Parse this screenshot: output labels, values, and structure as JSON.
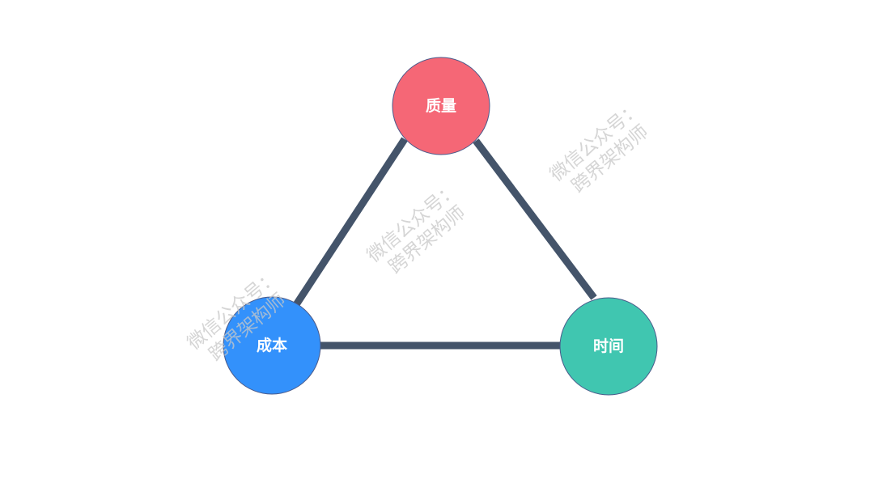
{
  "diagram": {
    "nodes": [
      {
        "id": "quality",
        "label": "质量",
        "color": "#f56776"
      },
      {
        "id": "cost",
        "label": "成本",
        "color": "#3391fb"
      },
      {
        "id": "time",
        "label": "时间",
        "color": "#40c6b0"
      }
    ],
    "edges": [
      {
        "from": "quality",
        "to": "cost"
      },
      {
        "from": "quality",
        "to": "time"
      },
      {
        "from": "cost",
        "to": "time"
      }
    ],
    "edge_color": "#44546a"
  },
  "watermark": {
    "line1": "微信公众号：",
    "line2": "跨界架构师"
  }
}
